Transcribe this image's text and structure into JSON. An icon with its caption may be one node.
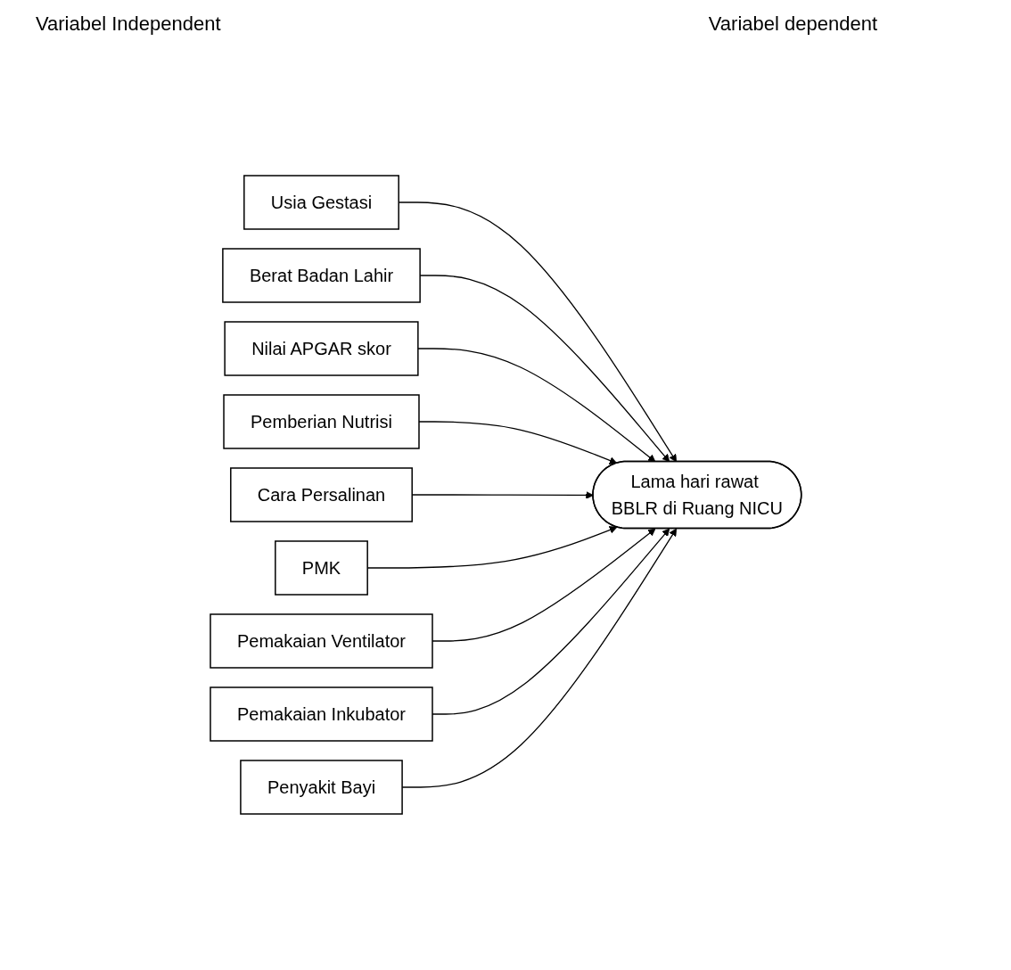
{
  "diagram": {
    "nodes": [
      {
        "text": [
          "Usia Gestasi"
        ]
      },
      {
        "text": [
          "Berat Badan Lahir"
        ]
      },
      {
        "text": [
          "Nilai APGAR skor"
        ]
      },
      {
        "text": [
          "Pemberian Nutrisi"
        ]
      },
      {
        "text": [
          "Cara Persalinan"
        ]
      },
      {
        "text": [
          "PMK"
        ]
      },
      {
        "text": [
          "Pemakaian Ventilator"
        ]
      },
      {
        "text": [
          "Pemakaian Inkubator"
        ]
      },
      {
        "text": [
          "Penyakit Bayi"
        ]
      },
      {
        "text": [
          "Lama hari rawat BBLR di Ruang NICU"
        ]
      }
    ],
    "edges": [
      {
        "from": 0,
        "to": 9,
        "arrow": "to"
      },
      {
        "from": 1,
        "to": 9,
        "arrow": "to"
      },
      {
        "from": 2,
        "to": 9,
        "arrow": "to"
      },
      {
        "from": 3,
        "to": 9,
        "arrow": "to"
      },
      {
        "from": 4,
        "to": 9,
        "arrow": "to"
      },
      {
        "from": 5,
        "to": 9,
        "arrow": "to"
      },
      {
        "from": 6,
        "to": 9,
        "arrow": "to"
      },
      {
        "from": 7,
        "to": 9,
        "arrow": "to"
      },
      {
        "from": 8,
        "to": 9,
        "arrow": "to"
      }
    ],
    "labels": [
      "Variabel Independent",
      "Variabel dependent"
    ]
  }
}
